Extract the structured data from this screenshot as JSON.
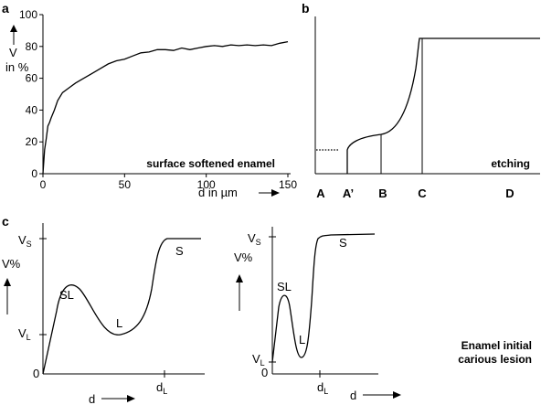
{
  "chart_data": [
    {
      "panel": "a",
      "type": "line",
      "annotation": "surface softened enamel",
      "xlabel": "d in µm",
      "ylabel_line1": "V",
      "ylabel_line2": "in %",
      "xlim": [
        0,
        150
      ],
      "ylim": [
        0,
        100
      ],
      "xticks": [
        0,
        50,
        100,
        150
      ],
      "yticks": [
        0,
        20,
        40,
        60,
        80,
        100
      ],
      "x": [
        0,
        1,
        2,
        3,
        4,
        5,
        7,
        9,
        12,
        16,
        20,
        25,
        30,
        35,
        40,
        45,
        50,
        55,
        60,
        65,
        70,
        75,
        80,
        85,
        90,
        95,
        100,
        105,
        110,
        115,
        120,
        125,
        130,
        135,
        140,
        145,
        150
      ],
      "y": [
        0,
        15,
        22,
        30,
        32,
        35,
        40,
        46,
        51,
        54,
        57,
        60,
        63,
        66,
        69,
        71,
        72,
        74,
        76,
        76.5,
        78,
        78,
        77.5,
        79,
        78,
        79,
        80,
        80.5,
        80,
        81,
        80.5,
        81,
        80.5,
        81,
        80.5,
        82,
        83
      ]
    },
    {
      "panel": "b",
      "type": "line",
      "annotation": "etching",
      "categories": [
        "A",
        "A’",
        "B",
        "C",
        "D"
      ]
    },
    {
      "panel": "c",
      "type": "line",
      "annotation": "",
      "xlabel": "d",
      "ylabel": "V%",
      "ytick_top": "V",
      "ytick_top_sub": "S",
      "ytick_low": "V",
      "ytick_low_sub": "L",
      "zero": "0",
      "xtick": "d",
      "xtick_sub": "L",
      "regions": [
        "SL",
        "L",
        "S"
      ]
    },
    {
      "panel": "c-right",
      "type": "line",
      "annotation_line1": "Enamel initial",
      "annotation_line2": "carious lesion",
      "xlabel": "d",
      "ylabel": "V%",
      "ytick_top": "V",
      "ytick_top_sub": "S",
      "ytick_low": "V",
      "ytick_low_sub": "L",
      "zero": "0",
      "xtick": "d",
      "xtick_sub": "L",
      "regions": [
        "SL",
        "L",
        "S"
      ]
    }
  ]
}
